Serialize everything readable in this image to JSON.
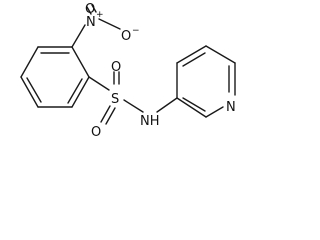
{
  "molecule": {
    "atoms": {
      "nitro_n": "N",
      "nitro_o_minus": "O",
      "nitro_o_minus_charge": "−",
      "nitro_n_charge": "+",
      "nitro_o_top": "O",
      "sulfonyl_s": "S",
      "sulfonyl_o_left": "O",
      "sulfonyl_o_right": "O",
      "amide_nh": "NH",
      "pyridine_n": "N"
    }
  }
}
